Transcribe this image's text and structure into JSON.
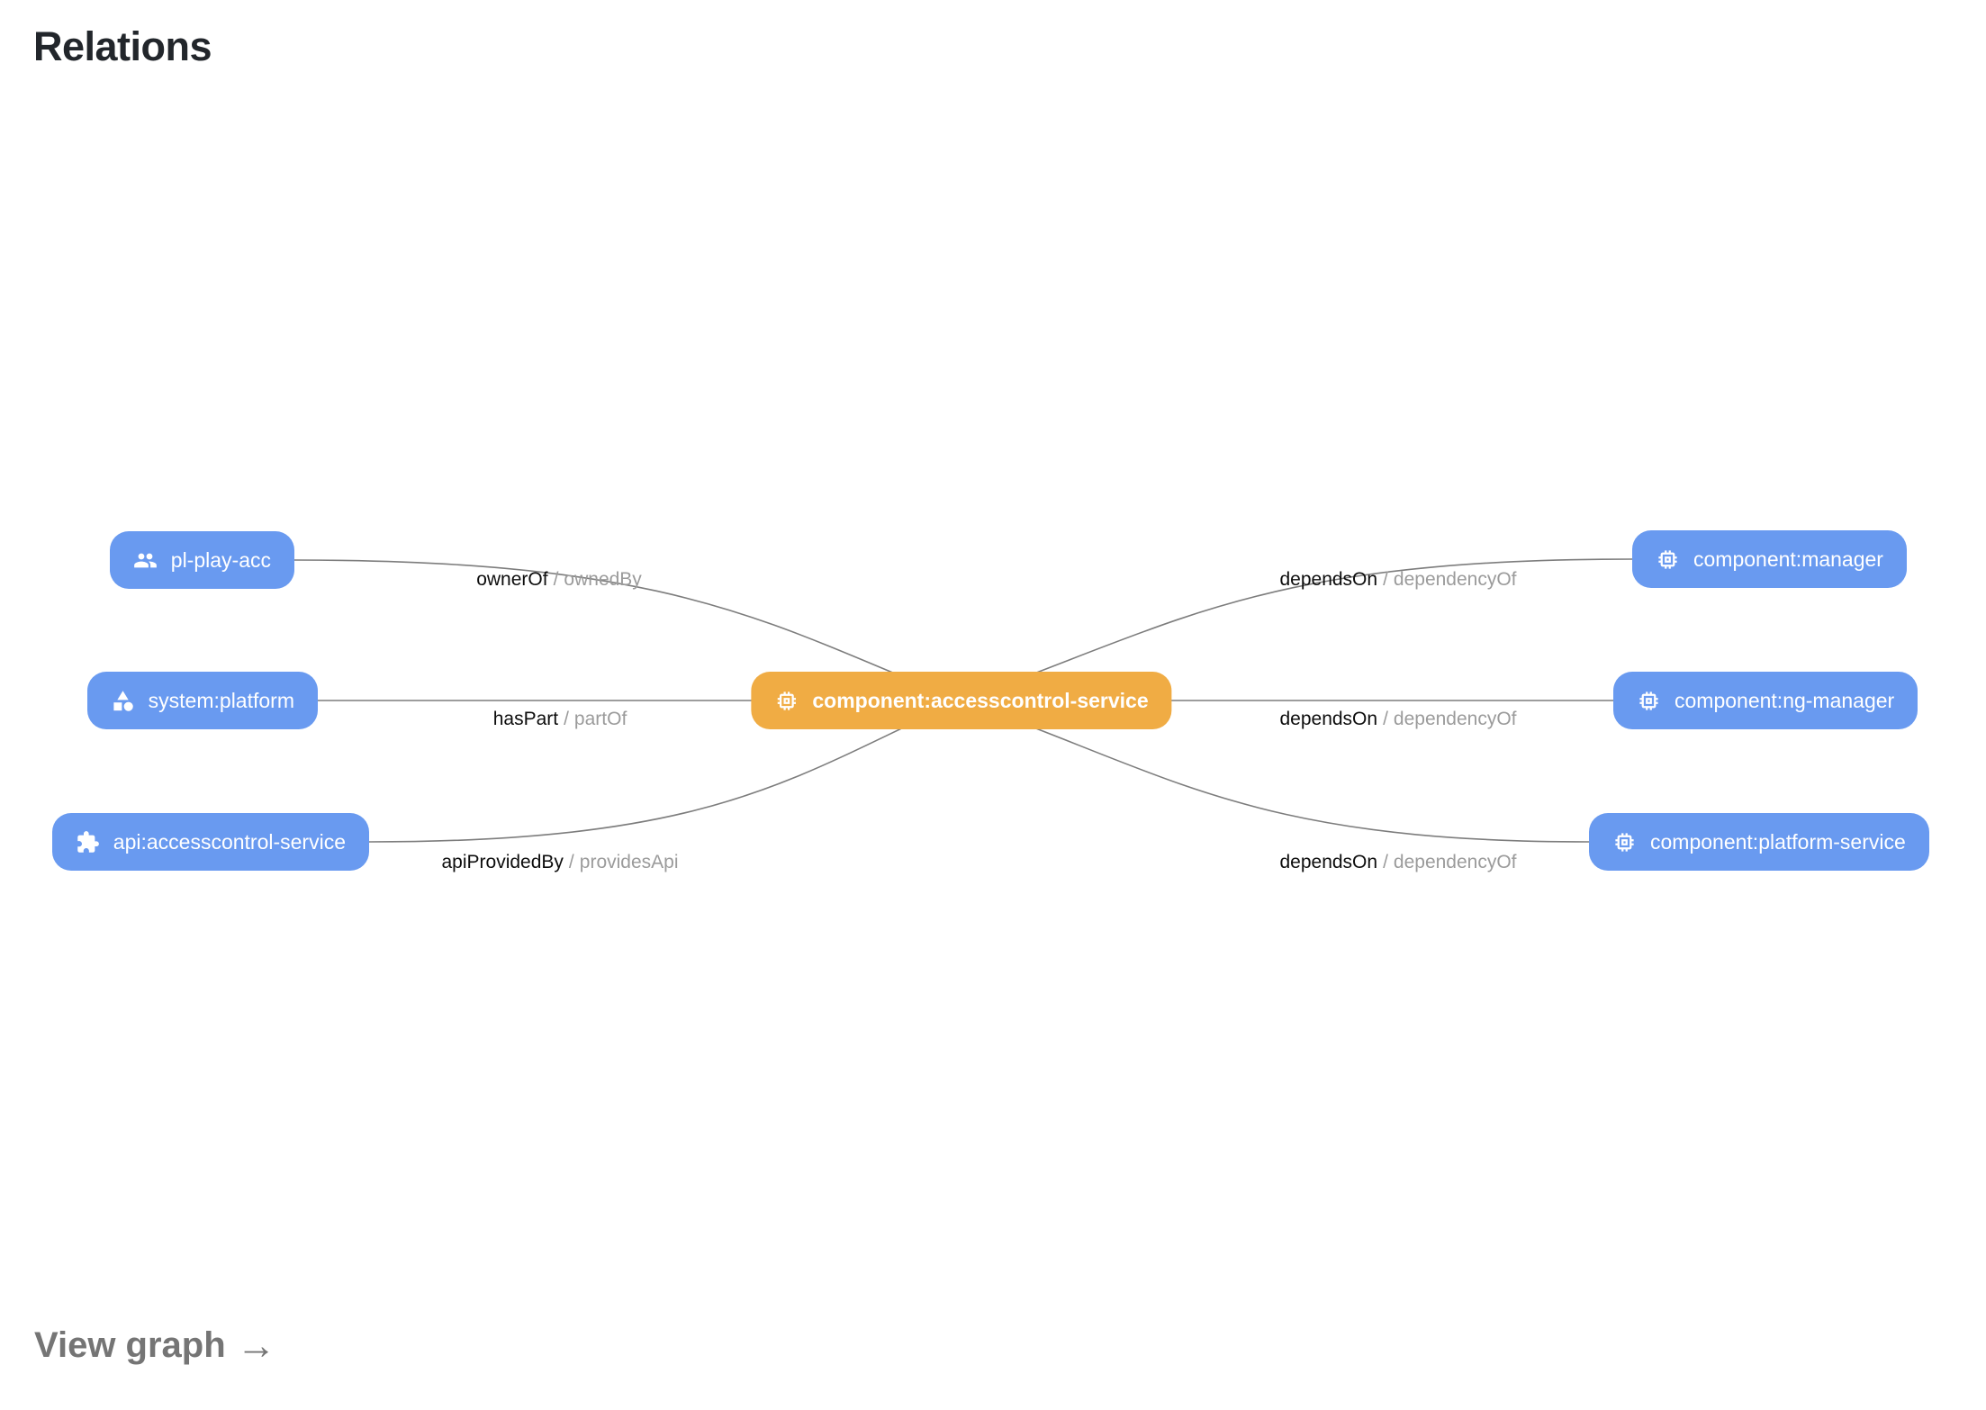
{
  "title": "Relations",
  "view_graph": {
    "label": "View graph",
    "arrow": "→"
  },
  "colors": {
    "node_blue": "#699af0",
    "node_orange": "#f0ac44",
    "edge_line": "#7d7d7d",
    "relation_forward_text": "#0d0d0d",
    "relation_reverse_text": "#9b9b9b",
    "title_text": "#22262b",
    "link_text": "#757575"
  },
  "nodes": {
    "center": {
      "label": "component:accesscontrol-service",
      "icon": "memory-chip-icon"
    },
    "left": [
      {
        "label": "pl-play-acc",
        "icon": "group-icon"
      },
      {
        "label": "system:platform",
        "icon": "category-icon"
      },
      {
        "label": "api:accesscontrol-service",
        "icon": "puzzle-piece-icon"
      }
    ],
    "right": [
      {
        "label": "component:manager",
        "icon": "memory-chip-icon"
      },
      {
        "label": "component:ng-manager",
        "icon": "memory-chip-icon"
      },
      {
        "label": "component:platform-service",
        "icon": "memory-chip-icon"
      }
    ]
  },
  "edges": {
    "left": [
      {
        "forward": "ownerOf",
        "sep": "/",
        "reverse": "ownedBy"
      },
      {
        "forward": "hasPart",
        "sep": "/",
        "reverse": "partOf"
      },
      {
        "forward": "apiProvidedBy",
        "sep": "/",
        "reverse": "providesApi"
      }
    ],
    "right": [
      {
        "forward": "dependsOn",
        "sep": "/",
        "reverse": "dependencyOf"
      },
      {
        "forward": "dependsOn",
        "sep": "/",
        "reverse": "dependencyOf"
      },
      {
        "forward": "dependsOn",
        "sep": "/",
        "reverse": "dependencyOf"
      }
    ]
  }
}
